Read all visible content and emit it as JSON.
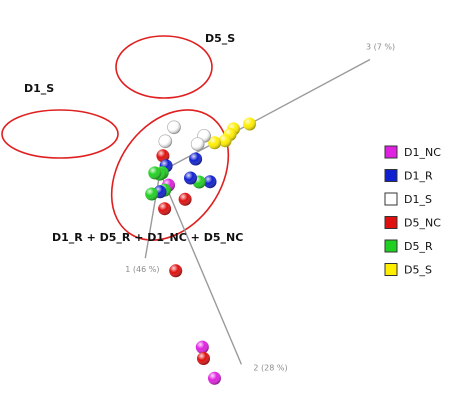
{
  "chart_data": {
    "type": "scatter",
    "projection": "3d-pca",
    "axes": [
      {
        "id": "pc1",
        "label": "1 (46 %)"
      },
      {
        "id": "pc2",
        "label": "2 (28 %)"
      },
      {
        "id": "pc3",
        "label": "3 (7 %)"
      }
    ],
    "series": [
      {
        "name": "D1_NC",
        "color": "#e020e0",
        "points": [
          [
            0.18,
            0.45,
            0.15
          ],
          [
            1.2,
            5.5,
            -0.5
          ],
          [
            1.0,
            6.8,
            -0.6
          ]
        ]
      },
      {
        "name": "D1_R",
        "color": "#1020d0",
        "points": [
          [
            -0.15,
            0.0,
            0.2
          ],
          [
            -0.6,
            1.05,
            0.6
          ],
          [
            -0.7,
            0.6,
            0.95
          ],
          [
            -0.95,
            1.7,
            1.0
          ],
          [
            0.55,
            0.3,
            -0.05
          ]
        ]
      },
      {
        "name": "D1_S",
        "color": "#ffffff",
        "points": [
          [
            -3.5,
            1.8,
            0.2
          ],
          [
            -2.9,
            1.3,
            0.7
          ],
          [
            -2.0,
            0.0,
            0.25
          ],
          [
            -1.5,
            0.0,
            0.0
          ]
        ]
      },
      {
        "name": "D5_NC",
        "color": "#e01010",
        "points": [
          [
            0.05,
            1.2,
            -0.3
          ],
          [
            -0.55,
            1.6,
            0.2
          ],
          [
            0.45,
            3.1,
            -0.6
          ],
          [
            0.65,
            6.2,
            -0.8
          ],
          [
            -0.1,
            -0.4,
            0.25
          ]
        ]
      },
      {
        "name": "D5_R",
        "color": "#20d020",
        "points": [
          [
            -0.1,
            0.0,
            -0.2
          ],
          [
            0.25,
            0.5,
            0.0
          ],
          [
            0.6,
            0.2,
            -0.3
          ],
          [
            -0.15,
            0.15,
            0.0
          ],
          [
            0.1,
            0.0,
            0.0
          ],
          [
            -0.05,
            1.0,
            1.0
          ]
        ]
      },
      {
        "name": "D5_S",
        "color": "#ffee00",
        "points": [
          [
            0.0,
            0.0,
            3.2
          ],
          [
            -0.2,
            0.0,
            2.6
          ],
          [
            0.0,
            0.0,
            2.5
          ],
          [
            0.2,
            0.0,
            2.35
          ],
          [
            0.0,
            0.0,
            1.95
          ]
        ]
      }
    ],
    "groups": [
      {
        "label": "D5_S",
        "members": [
          "D5_S"
        ]
      },
      {
        "label": "D1_S",
        "members": [
          "D1_S"
        ]
      },
      {
        "label": "D1_R + D5_R + D1_NC + D5_NC",
        "members": [
          "D1_R",
          "D5_R",
          "D1_NC",
          "D5_NC"
        ]
      }
    ],
    "legend": {
      "position": "right",
      "entries": [
        "D1_NC",
        "D1_R",
        "D1_S",
        "D5_NC",
        "D5_R",
        "D5_S"
      ]
    },
    "grid": false
  }
}
